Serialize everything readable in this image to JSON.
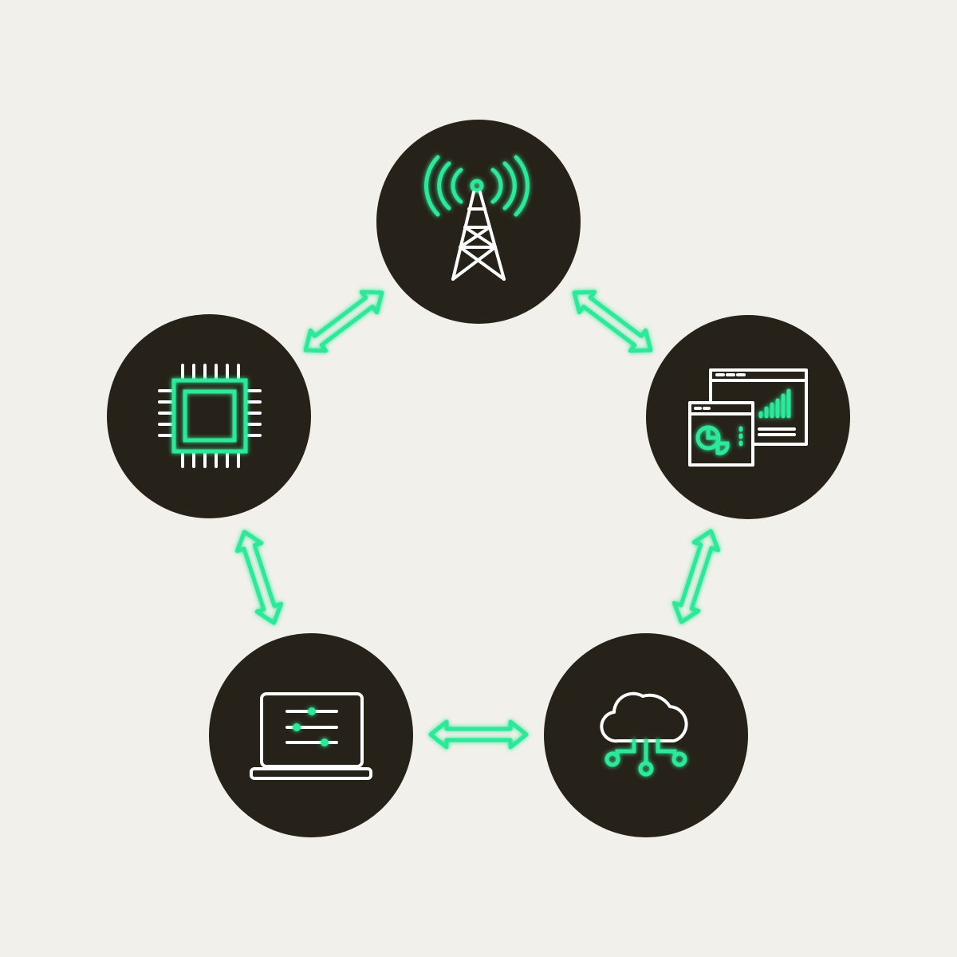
{
  "colors": {
    "background": "#f1f0ea",
    "node_fill": "#262219",
    "accent": "#2ee89a",
    "icon_line": "#ffffff"
  },
  "nodes": [
    {
      "id": "tower",
      "icon": "radio-tower-icon"
    },
    {
      "id": "dashboard",
      "icon": "analytics-dashboard-icon"
    },
    {
      "id": "cloud",
      "icon": "cloud-network-icon"
    },
    {
      "id": "laptop",
      "icon": "laptop-settings-icon"
    },
    {
      "id": "chip",
      "icon": "microchip-icon"
    }
  ],
  "connections": [
    {
      "from": "tower",
      "to": "dashboard",
      "style": "double-arrow"
    },
    {
      "from": "dashboard",
      "to": "cloud",
      "style": "double-arrow"
    },
    {
      "from": "cloud",
      "to": "laptop",
      "style": "double-arrow"
    },
    {
      "from": "laptop",
      "to": "chip",
      "style": "double-arrow"
    },
    {
      "from": "chip",
      "to": "tower",
      "style": "double-arrow"
    }
  ]
}
